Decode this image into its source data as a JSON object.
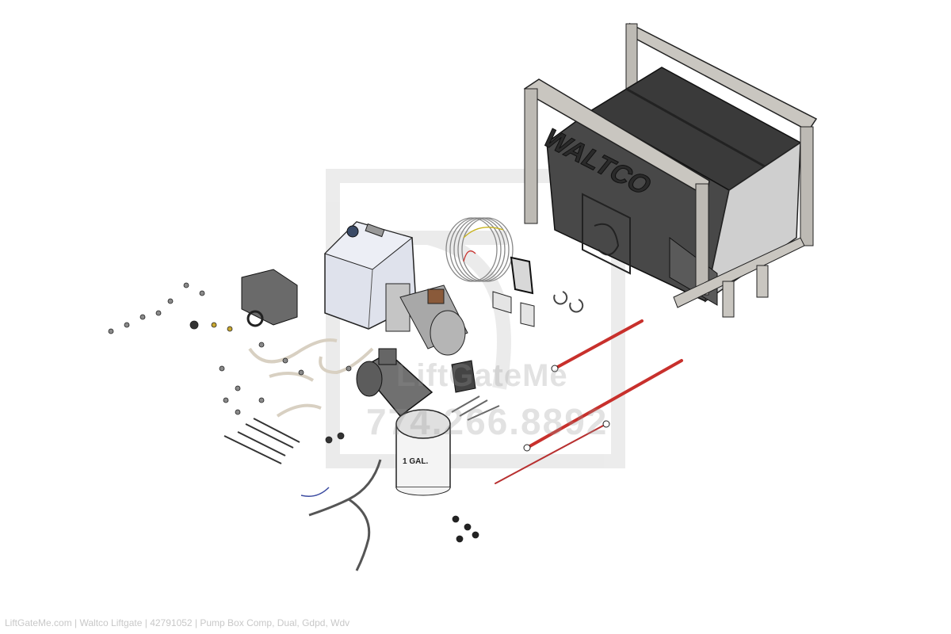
{
  "caption": "LiftGateMe.com | Waltco Liftgate | 42791052 | Pump Box Comp, Dual, Gdpd, Wdv",
  "watermark": {
    "brand": "LiftGateMe",
    "phone": "774.266.8892"
  },
  "pump_box": {
    "brand_label": "WALTCO"
  },
  "oil_container": {
    "label": "1 GAL."
  },
  "colors": {
    "box": "#3c3c3c",
    "frame": "#b9b6b0",
    "cable": "#c8302c",
    "tank": "#dde0ea",
    "motor": "#7d7d7d"
  }
}
